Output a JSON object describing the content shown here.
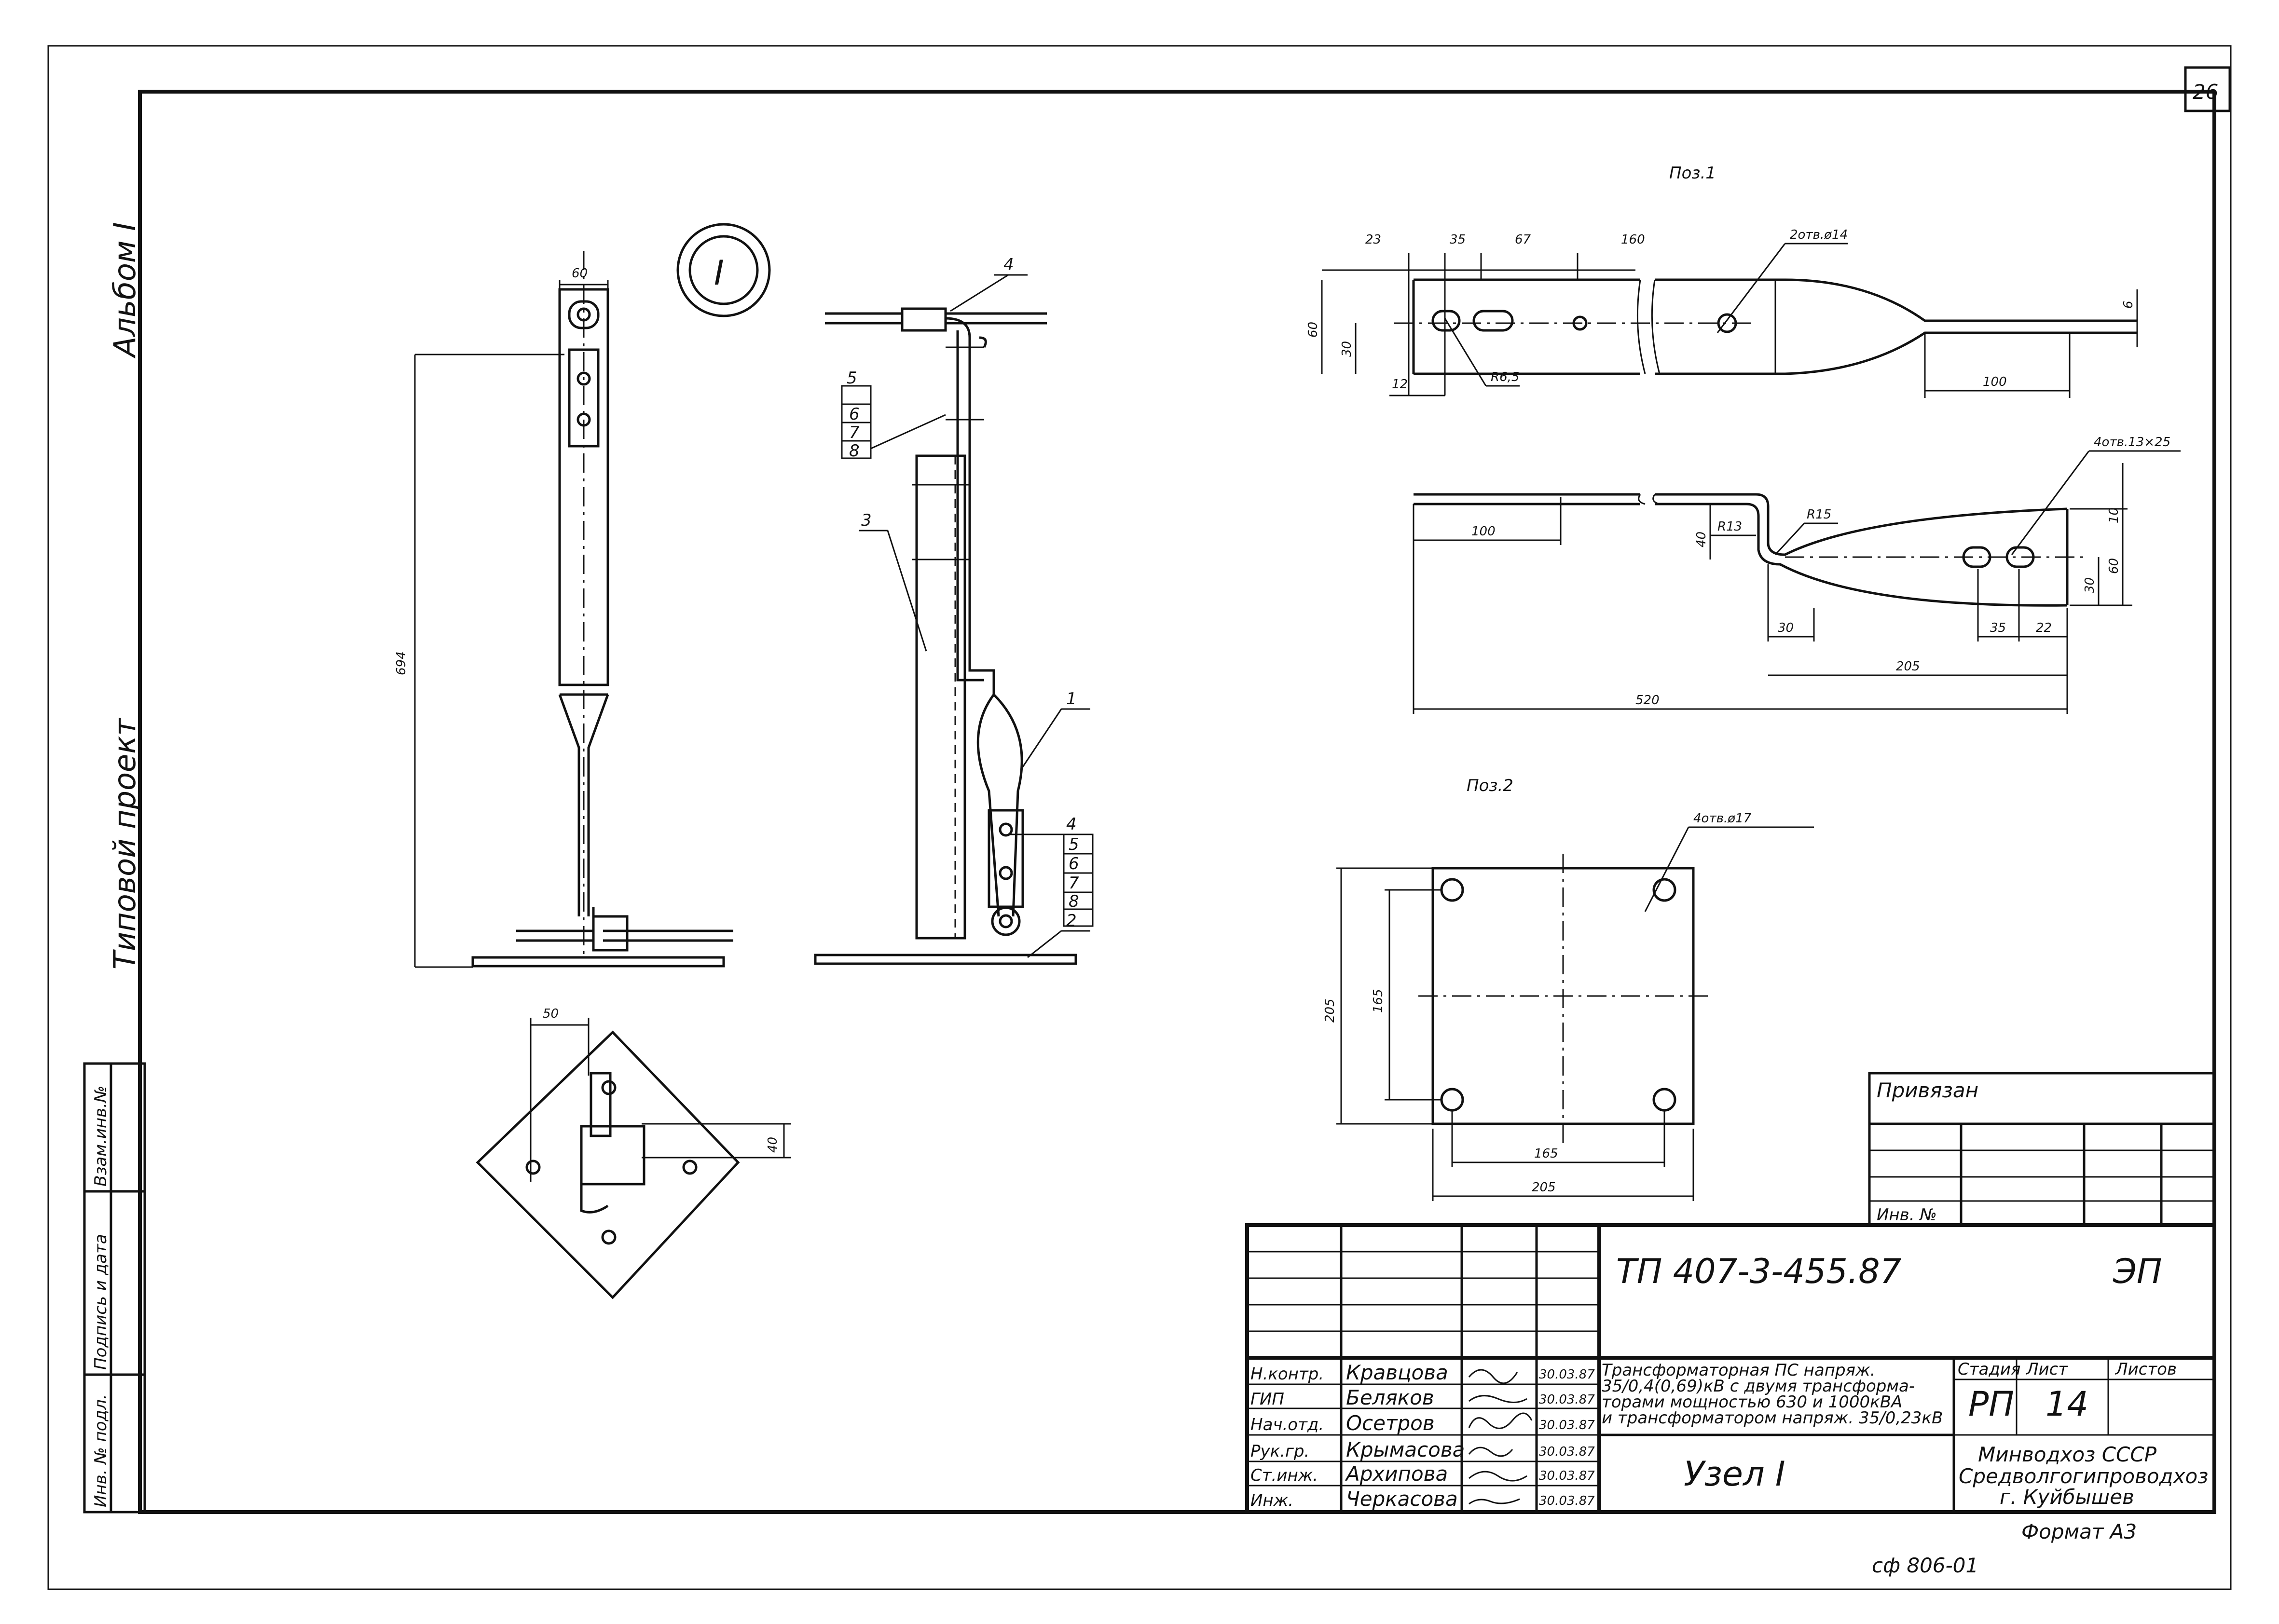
{
  "sheet": {
    "sheet_number": "26",
    "format": "Формат А3",
    "archive_code": "сф 806-01"
  },
  "margin": {
    "album": "Альбом I",
    "project": "Типовой проект",
    "stamp_labels": [
      "Инв. № подл.",
      "Подпись и дата",
      "Взам.инв.№"
    ]
  },
  "node_view": {
    "mark": "I",
    "dims": {
      "width": "60",
      "height": "694",
      "offset": "50",
      "rise": "40"
    }
  },
  "side_view": {
    "callouts_top": [
      "4",
      "5",
      "6",
      "7",
      "8",
      "3"
    ],
    "callouts_bottom": [
      "1",
      "4",
      "5",
      "6",
      "7",
      "8",
      "2"
    ]
  },
  "pos1": {
    "title": "Поз.1",
    "dims_top": [
      "23",
      "35",
      "67",
      "160"
    ],
    "holes": "2отв.ø14",
    "dims_left": [
      "60",
      "30"
    ],
    "dim_12": "12",
    "radius_small": "R6,5",
    "dim_100_right": "100",
    "thickness": "6",
    "holes_slots": "4отв.13×25",
    "dim_100_left": "100",
    "r13": "R13",
    "r15": "R15",
    "rise_40": "40",
    "dims_right": [
      "10",
      "60",
      "30"
    ],
    "dim_30": "30",
    "dim_35": "35",
    "dim_22": "22",
    "dim_205": "205",
    "dim_520": "520"
  },
  "pos2": {
    "title": "Поз.2",
    "holes": "4отв.ø17",
    "dims": {
      "outer_v": "205",
      "inner_v": "165",
      "inner_h": "165",
      "outer_h": "205"
    }
  },
  "binding": {
    "title": "Привязан",
    "inv": "Инв. №"
  },
  "title_block": {
    "designation": "ТП 407-3-455.87",
    "section": "ЭП",
    "description_lines": [
      "Трансформаторная ПС напряж.",
      "35/0,4(0,69)кВ с двумя трансформа-",
      "торами мощностью 630 и 1000кВА",
      "и трансформатором напряж. 35/0,23кВ"
    ],
    "drawing_title": "Узел I",
    "stage_header": "Стадия",
    "sheet_header": "Лист",
    "sheets_header": "Листов",
    "stage": "РП",
    "sheet": "14",
    "org_lines": [
      "Минводхоз СССР",
      "Средволгогипроводхоз",
      "г. Куйбышев"
    ],
    "signers": [
      {
        "role": "Н.контр.",
        "name": "Кравцова",
        "date": "30.03.87"
      },
      {
        "role": "ГИП",
        "name": "Беляков",
        "date": "30.03.87"
      },
      {
        "role": "Нач.отд.",
        "name": "Осетров",
        "date": "30.03.87"
      },
      {
        "role": "Рук.гр.",
        "name": "Крымасова",
        "date": "30.03.87"
      },
      {
        "role": "Ст.инж.",
        "name": "Архипова",
        "date": "30.03.87"
      },
      {
        "role": "Инж.",
        "name": "Черкасова",
        "date": "30.03.87"
      }
    ]
  }
}
